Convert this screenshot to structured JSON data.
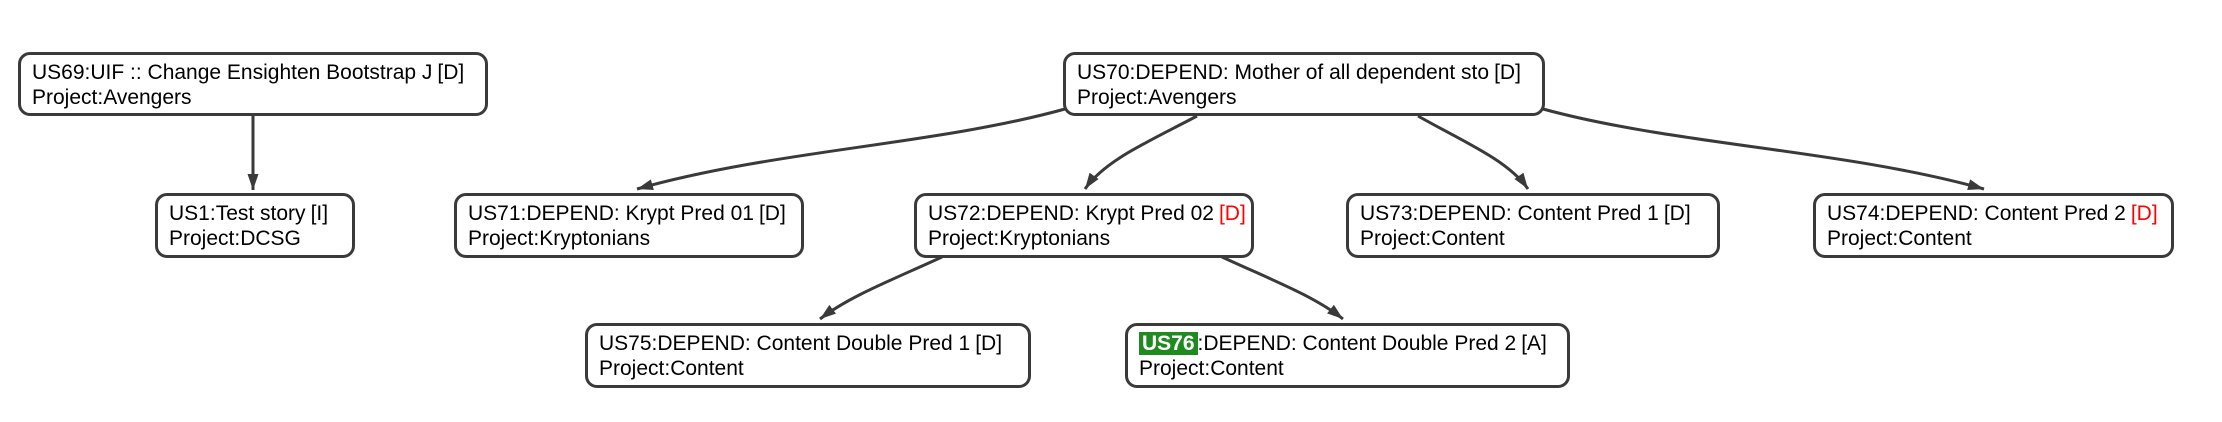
{
  "diagram": {
    "colors": {
      "background": "#ffffff",
      "node_border": "#3a3a3a",
      "edge": "#3a3a3a",
      "text": "#000000",
      "status_red": "#ff0000",
      "highlight_green": "#1f8a1f",
      "highlight_text": "#ffffff"
    },
    "nodes": [
      {
        "id": "US69",
        "title": ":UIF :: Change Ensighten Bootstrap J",
        "tag": "[D]",
        "tag_color": "#000000",
        "project": "Project:Avengers"
      },
      {
        "id": "US70",
        "title": ":DEPEND: Mother of all dependent sto",
        "tag": "[D]",
        "tag_color": "#000000",
        "project": "Project:Avengers"
      },
      {
        "id": "US1",
        "title": ":Test story",
        "tag": "[I]",
        "tag_color": "#000000",
        "project": "Project:DCSG"
      },
      {
        "id": "US71",
        "title": ":DEPEND: Krypt Pred 01",
        "tag": "[D]",
        "tag_color": "#000000",
        "project": "Project:Kryptonians"
      },
      {
        "id": "US72",
        "title": ":DEPEND: Krypt Pred 02",
        "tag": "[D]",
        "tag_color": "#ff0000",
        "project": "Project:Kryptonians"
      },
      {
        "id": "US73",
        "title": ":DEPEND: Content Pred 1",
        "tag": "[D]",
        "tag_color": "#000000",
        "project": "Project:Content"
      },
      {
        "id": "US74",
        "title": ":DEPEND: Content Pred 2",
        "tag": "[D]",
        "tag_color": "#ff0000",
        "project": "Project:Content"
      },
      {
        "id": "US75",
        "title": ":DEPEND: Content Double Pred 1",
        "tag": "[D]",
        "tag_color": "#000000",
        "project": "Project:Content"
      },
      {
        "id": "US76",
        "title": ":DEPEND: Content Double Pred 2",
        "tag": "[A]",
        "tag_color": "#000000",
        "project": "Project:Content",
        "id_highlighted": true
      }
    ],
    "edges": [
      {
        "from": "US69",
        "to": "US1"
      },
      {
        "from": "US70",
        "to": "US71"
      },
      {
        "from": "US70",
        "to": "US72"
      },
      {
        "from": "US70",
        "to": "US73"
      },
      {
        "from": "US70",
        "to": "US74"
      },
      {
        "from": "US72",
        "to": "US75"
      },
      {
        "from": "US72",
        "to": "US76"
      }
    ]
  }
}
